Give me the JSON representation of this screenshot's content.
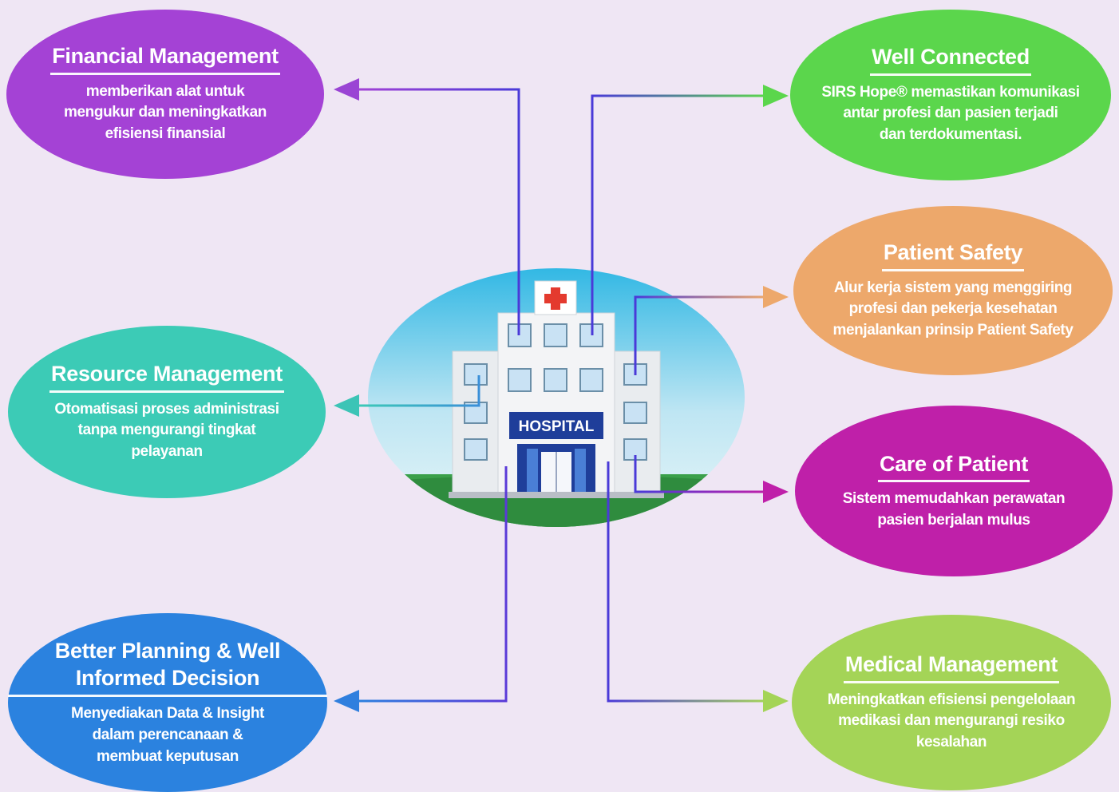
{
  "center": {
    "sign": "HOSPITAL",
    "icon": "hospital-building-icon"
  },
  "left": [
    {
      "id": "financial",
      "title_lines": [
        "Financial Management"
      ],
      "desc_lines": [
        "memberikan alat untuk",
        "mengukur dan meningkatkan",
        "efisiensi finansial"
      ],
      "color": "#a442d5"
    },
    {
      "id": "resource",
      "title_lines": [
        "Resource Management"
      ],
      "desc_lines": [
        "Otomatisasi proses administrasi",
        "tanpa mengurangi tingkat",
        "pelayanan"
      ],
      "color": "#3ccbb6"
    },
    {
      "id": "planning",
      "title_lines": [
        "Better Planning &",
        "Well Informed Decision"
      ],
      "desc_lines": [
        "Menyediakan Data & Insight",
        "dalam perencanaan &",
        "membuat keputusan"
      ],
      "color": "#2b82df"
    }
  ],
  "right": [
    {
      "id": "well-connected",
      "title_lines": [
        "Well Connected"
      ],
      "desc_lines": [
        "SIRS Hope® memastikan komunikasi",
        "antar profesi dan pasien terjadi",
        "dan terdokumentasi."
      ],
      "color": "#5bd64c"
    },
    {
      "id": "patient-safety",
      "title_lines": [
        "Patient Safety"
      ],
      "desc_lines": [
        "Alur kerja sistem yang menggiring",
        "profesi dan pekerja kesehatan",
        "menjalankan prinsip Patient Safety"
      ],
      "color": "#eda86b"
    },
    {
      "id": "care-of-patient",
      "title_lines": [
        "Care of Patient"
      ],
      "desc_lines": [
        "Sistem memudahkan perawatan",
        "pasien berjalan mulus"
      ],
      "color": "#bf20a9"
    },
    {
      "id": "medical",
      "title_lines": [
        "Medical Management"
      ],
      "desc_lines": [
        "Meningkatkan efisiensi pengelolaan",
        "medikasi dan mengurangi resiko",
        "kesalahan"
      ],
      "color": "#a4d457"
    }
  ]
}
